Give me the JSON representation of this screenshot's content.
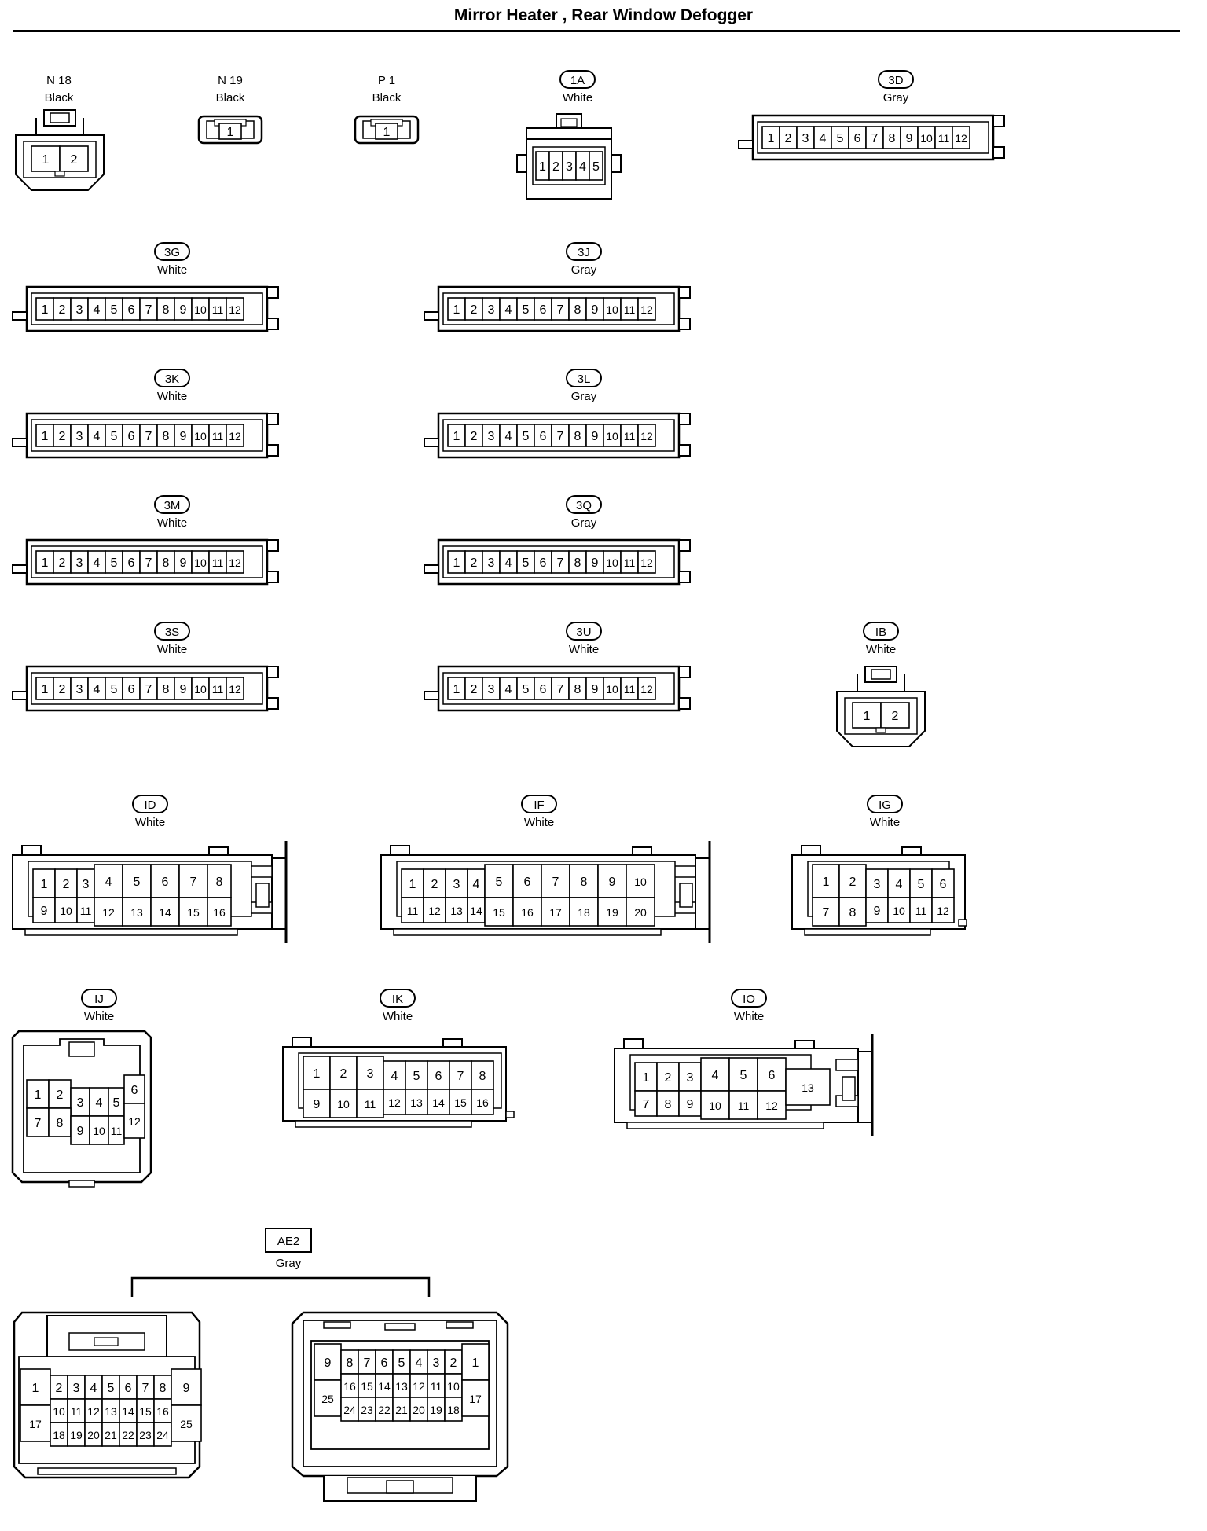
{
  "title": "Mirror Heater , Rear Window Defogger",
  "connectors": [
    {
      "id": "n18",
      "code": "N 18",
      "color": "Black",
      "code_boxed": false,
      "style": "small2",
      "pins": [
        [
          "1",
          "2"
        ]
      ]
    },
    {
      "id": "n19",
      "code": "N 19",
      "color": "Black",
      "code_boxed": false,
      "style": "single",
      "pins": [
        [
          "1"
        ]
      ]
    },
    {
      "id": "p1",
      "code": "P 1",
      "color": "Black",
      "code_boxed": false,
      "style": "single",
      "pins": [
        [
          "1"
        ]
      ]
    },
    {
      "id": "1a",
      "code": "1A",
      "color": "White",
      "code_boxed": true,
      "style": "five",
      "pins": [
        [
          "1",
          "2",
          "3",
          "4",
          "5"
        ]
      ]
    },
    {
      "id": "3d",
      "code": "3D",
      "color": "Gray",
      "code_boxed": true,
      "style": "strip12",
      "pins": [
        [
          "1",
          "2",
          "3",
          "4",
          "5",
          "6",
          "7",
          "8",
          "9",
          "10",
          "11",
          "12"
        ]
      ]
    },
    {
      "id": "3g",
      "code": "3G",
      "color": "White",
      "code_boxed": true,
      "style": "strip12",
      "pins": [
        [
          "1",
          "2",
          "3",
          "4",
          "5",
          "6",
          "7",
          "8",
          "9",
          "10",
          "11",
          "12"
        ]
      ]
    },
    {
      "id": "3j",
      "code": "3J",
      "color": "Gray",
      "code_boxed": true,
      "style": "strip12",
      "pins": [
        [
          "1",
          "2",
          "3",
          "4",
          "5",
          "6",
          "7",
          "8",
          "9",
          "10",
          "11",
          "12"
        ]
      ]
    },
    {
      "id": "3k",
      "code": "3K",
      "color": "White",
      "code_boxed": true,
      "style": "strip12",
      "pins": [
        [
          "1",
          "2",
          "3",
          "4",
          "5",
          "6",
          "7",
          "8",
          "9",
          "10",
          "11",
          "12"
        ]
      ]
    },
    {
      "id": "3l",
      "code": "3L",
      "color": "Gray",
      "code_boxed": true,
      "style": "strip12",
      "pins": [
        [
          "1",
          "2",
          "3",
          "4",
          "5",
          "6",
          "7",
          "8",
          "9",
          "10",
          "11",
          "12"
        ]
      ]
    },
    {
      "id": "3m",
      "code": "3M",
      "color": "White",
      "code_boxed": true,
      "style": "strip12",
      "pins": [
        [
          "1",
          "2",
          "3",
          "4",
          "5",
          "6",
          "7",
          "8",
          "9",
          "10",
          "11",
          "12"
        ]
      ]
    },
    {
      "id": "3q",
      "code": "3Q",
      "color": "Gray",
      "code_boxed": true,
      "style": "strip12",
      "pins": [
        [
          "1",
          "2",
          "3",
          "4",
          "5",
          "6",
          "7",
          "8",
          "9",
          "10",
          "11",
          "12"
        ]
      ]
    },
    {
      "id": "3s",
      "code": "3S",
      "color": "White",
      "code_boxed": true,
      "style": "strip12",
      "pins": [
        [
          "1",
          "2",
          "3",
          "4",
          "5",
          "6",
          "7",
          "8",
          "9",
          "10",
          "11",
          "12"
        ]
      ]
    },
    {
      "id": "3u",
      "code": "3U",
      "color": "White",
      "code_boxed": true,
      "style": "strip12",
      "pins": [
        [
          "1",
          "2",
          "3",
          "4",
          "5",
          "6",
          "7",
          "8",
          "9",
          "10",
          "11",
          "12"
        ]
      ]
    },
    {
      "id": "ib",
      "code": "IB",
      "color": "White",
      "code_boxed": true,
      "style": "small2",
      "pins": [
        [
          "1",
          "2"
        ]
      ]
    },
    {
      "id": "id",
      "code": "ID",
      "color": "White",
      "code_boxed": true,
      "style": "dual16",
      "pins": [
        [
          "1",
          "2",
          "3",
          "4",
          "5",
          "6",
          "7",
          "8"
        ],
        [
          "9",
          "10",
          "11",
          "12",
          "13",
          "14",
          "15",
          "16"
        ]
      ]
    },
    {
      "id": "if",
      "code": "IF",
      "color": "White",
      "code_boxed": true,
      "style": "dual20",
      "pins": [
        [
          "1",
          "2",
          "3",
          "4",
          "5",
          "6",
          "7",
          "8",
          "9",
          "10"
        ],
        [
          "11",
          "12",
          "13",
          "14",
          "15",
          "16",
          "17",
          "18",
          "19",
          "20"
        ]
      ]
    },
    {
      "id": "ig",
      "code": "IG",
      "color": "White",
      "code_boxed": true,
      "style": "dual12",
      "pins": [
        [
          "1",
          "2",
          "3",
          "4",
          "5",
          "6"
        ],
        [
          "7",
          "8",
          "9",
          "10",
          "11",
          "12"
        ]
      ]
    },
    {
      "id": "ij",
      "code": "IJ",
      "color": "White",
      "code_boxed": true,
      "style": "block12",
      "pins": [
        [
          "1",
          "2",
          "3",
          "4",
          "5",
          "6"
        ],
        [
          "7",
          "8",
          "9",
          "10",
          "11",
          "12"
        ]
      ]
    },
    {
      "id": "ik",
      "code": "IK",
      "color": "White",
      "code_boxed": true,
      "style": "dual16",
      "pins": [
        [
          "1",
          "2",
          "3",
          "4",
          "5",
          "6",
          "7",
          "8"
        ],
        [
          "9",
          "10",
          "11",
          "12",
          "13",
          "14",
          "15",
          "16"
        ]
      ]
    },
    {
      "id": "io",
      "code": "IO",
      "color": "White",
      "code_boxed": true,
      "style": "dual13",
      "pins": [
        [
          "1",
          "2",
          "3",
          "4",
          "5",
          "6",
          "13"
        ],
        [
          "7",
          "8",
          "9",
          "10",
          "11",
          "12"
        ]
      ]
    },
    {
      "id": "ae2",
      "code": "AE2",
      "color": "Gray",
      "code_boxed": true,
      "style": "pair25",
      "pins": [
        [
          "1",
          "2",
          "3",
          "4",
          "5",
          "6",
          "7",
          "8",
          "9"
        ],
        [
          "17",
          "10",
          "11",
          "12",
          "13",
          "14",
          "15",
          "16",
          "25"
        ],
        [
          "18",
          "19",
          "20",
          "21",
          "22",
          "23",
          "24"
        ]
      ],
      "pins_mirror": [
        [
          "9",
          "8",
          "7",
          "6",
          "5",
          "4",
          "3",
          "2",
          "1"
        ],
        [
          "25",
          "16",
          "15",
          "14",
          "13",
          "12",
          "11",
          "10",
          "17"
        ],
        [
          "24",
          "23",
          "22",
          "21",
          "20",
          "19",
          "18"
        ]
      ]
    }
  ]
}
